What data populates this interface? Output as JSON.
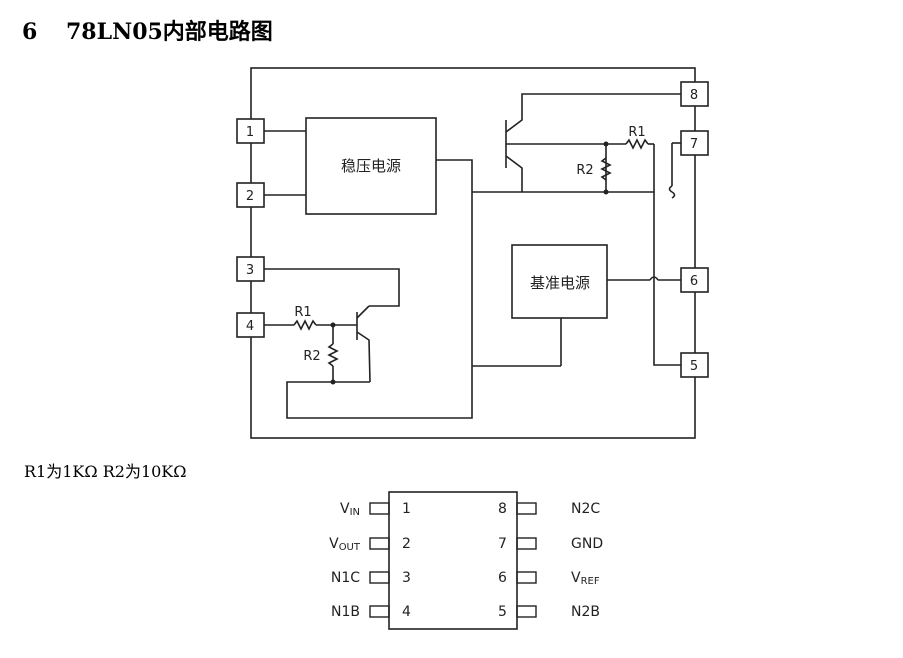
{
  "section": {
    "number": "6",
    "title": "78LN05内部电路图"
  },
  "circuit": {
    "blocks": {
      "regulator": "稳压电源",
      "reference": "基准电源"
    },
    "resistors": {
      "top_r1": "R1",
      "top_r2": "R2",
      "bottom_r1": "R1",
      "bottom_r2": "R2"
    },
    "pins": [
      "1",
      "2",
      "3",
      "4",
      "5",
      "6",
      "7",
      "8"
    ]
  },
  "note": "R1为1KΩ R2为10KΩ",
  "package": {
    "left_pins": [
      {
        "num": "1",
        "name": "V",
        "sub": "IN"
      },
      {
        "num": "2",
        "name": "V",
        "sub": "OUT"
      },
      {
        "num": "3",
        "name": "N1C",
        "sub": ""
      },
      {
        "num": "4",
        "name": "N1B",
        "sub": ""
      }
    ],
    "right_pins": [
      {
        "num": "8",
        "name": "N2C",
        "sub": ""
      },
      {
        "num": "7",
        "name": "GND",
        "sub": ""
      },
      {
        "num": "6",
        "name": "V",
        "sub": "REF"
      },
      {
        "num": "5",
        "name": "N2B",
        "sub": ""
      }
    ]
  }
}
